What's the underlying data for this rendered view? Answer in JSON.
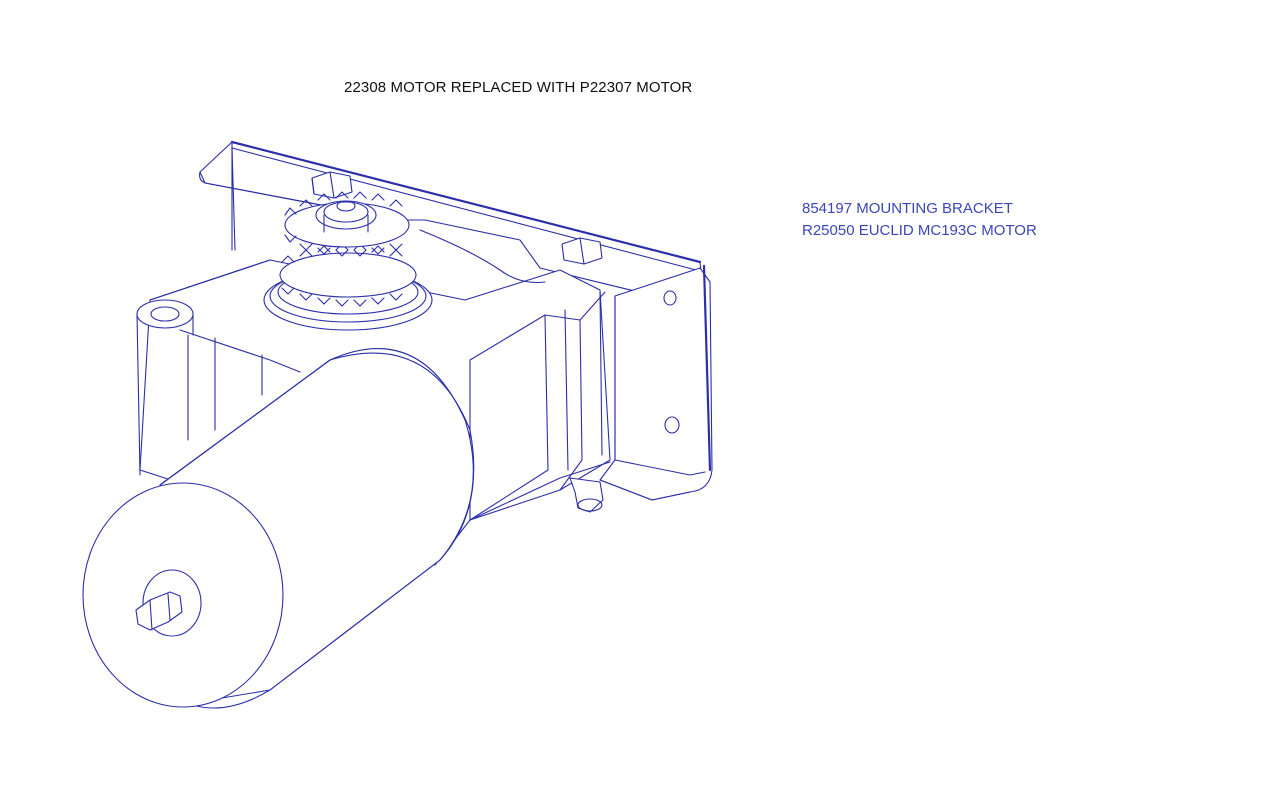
{
  "title": "22308 MOTOR REPLACED WITH P22307 MOTOR",
  "labels": [
    "854197 MOUNTING BRACKET",
    "R25050 EUCLID MC193C MOTOR"
  ],
  "colors": {
    "title_text": "#111111",
    "label_text": "#3a47b8",
    "line_art": "#2b2fa8"
  }
}
